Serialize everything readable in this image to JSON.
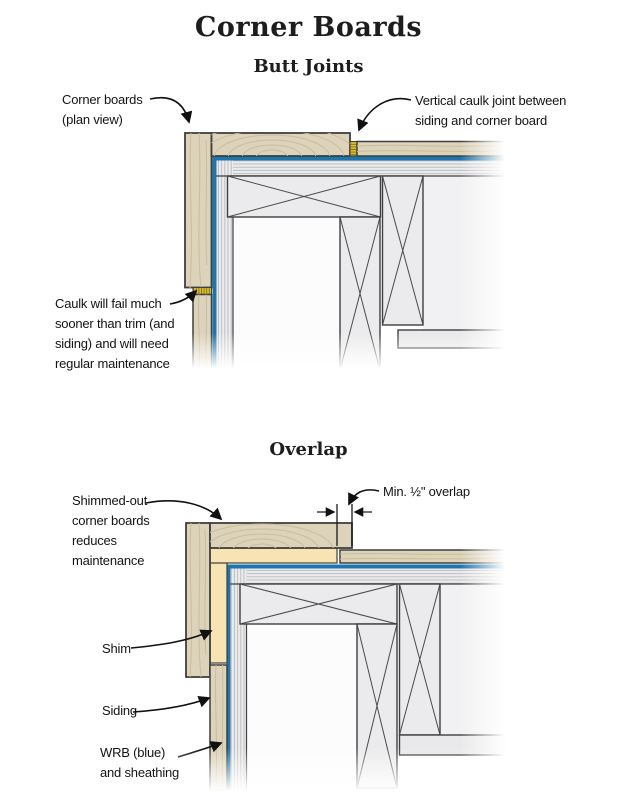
{
  "page": {
    "title": "Corner Boards"
  },
  "sections": [
    {
      "subtitle": "Butt Joints",
      "labels": {
        "corner_boards": "Corner boards\n(plan view)",
        "vertical_caulk": "Vertical caulk joint between\nsiding and corner board",
        "caulk_fail": "Caulk will fail much\nsooner than trim (and\nsiding) and will need\nregular maintenance"
      }
    },
    {
      "subtitle": "Overlap",
      "labels": {
        "shimmed_out": "Shimmed-out\ncorner boards\nreduces\nmaintenance",
        "min_overlap": "Min. ½\" overlap",
        "shim": "Shim",
        "siding": "Siding",
        "wrb": "WRB (blue)\nand sheathing"
      }
    }
  ],
  "colors": {
    "wrb_blue": "#1b76ad",
    "wood_tan": "#ddd3ba",
    "wood_grain": "#c9bd9d",
    "shim_cream": "#f8e3b3",
    "caulk_yellow": "#dcbd2e",
    "sheathing_gray": "#ececee",
    "stud_gray": "#ebebed",
    "outline": "#3f3f3f"
  }
}
